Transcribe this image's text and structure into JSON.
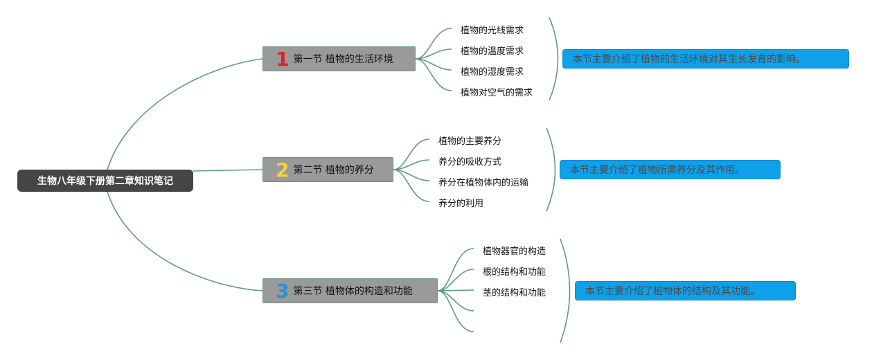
{
  "root": {
    "label": "生物八年级下册第二章知识笔记"
  },
  "topics": [
    {
      "number": "1",
      "number_color": "#d9262c",
      "label": "第一节 植物的生活环境",
      "children": [
        "植物的光线需求",
        "植物的温度需求",
        "植物的湿度需求",
        "植物对空气的需求"
      ],
      "summary": "本节主要介绍了植物的生活环境对其生长发育的影响。"
    },
    {
      "number": "2",
      "number_color": "#f2d33a",
      "label": "第二节 植物的养分",
      "children": [
        "植物的主要养分",
        "养分的吸收方式",
        "养分在植物体内的运输",
        "养分的利用"
      ],
      "summary": "本节主要介绍了植物所需养分及其作用。"
    },
    {
      "number": "3",
      "number_color": "#2c8fd6",
      "label": "第三节 植物体的构造和功能",
      "children": [
        "植物器官的构造",
        "根的结构和功能",
        "茎的结构和功能",
        "",
        ""
      ],
      "summary": "本节主要介绍了植物体的结构及其功能。"
    }
  ],
  "colors": {
    "line": "#5c9a82",
    "summary_bg": "#0ea0e8",
    "topic_bg": "#9a9a9a",
    "root_bg": "#454545"
  }
}
